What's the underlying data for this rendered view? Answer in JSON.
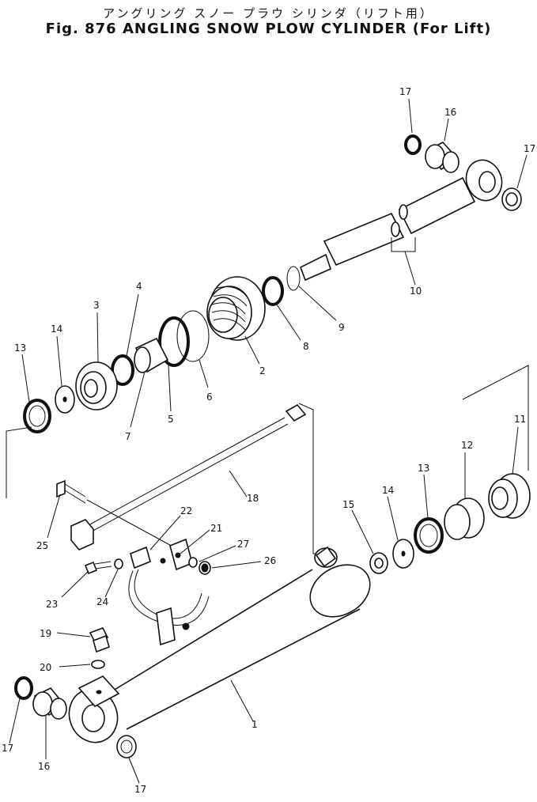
{
  "title_jp": "アングリング スノー プラウ シリンダ（リフト用）",
  "title_en": "Fig. 876 ANGLING SNOW PLOW CYLINDER (For Lift)",
  "labels": [
    {
      "id": "17a",
      "text": "17"
    },
    {
      "id": "16a",
      "text": "16"
    },
    {
      "id": "17b",
      "text": "17"
    },
    {
      "id": "10",
      "text": "10"
    },
    {
      "id": "9",
      "text": "9"
    },
    {
      "id": "8",
      "text": "8"
    },
    {
      "id": "2",
      "text": "2"
    },
    {
      "id": "6",
      "text": "6"
    },
    {
      "id": "5",
      "text": "5"
    },
    {
      "id": "7",
      "text": "7"
    },
    {
      "id": "4",
      "text": "4"
    },
    {
      "id": "3",
      "text": "3"
    },
    {
      "id": "14a",
      "text": "14"
    },
    {
      "id": "13a",
      "text": "13"
    },
    {
      "id": "11",
      "text": "11"
    },
    {
      "id": "12",
      "text": "12"
    },
    {
      "id": "13b",
      "text": "13"
    },
    {
      "id": "14b",
      "text": "14"
    },
    {
      "id": "15",
      "text": "15"
    },
    {
      "id": "18",
      "text": "18"
    },
    {
      "id": "25",
      "text": "25"
    },
    {
      "id": "22",
      "text": "22"
    },
    {
      "id": "21",
      "text": "21"
    },
    {
      "id": "27",
      "text": "27"
    },
    {
      "id": "26",
      "text": "26"
    },
    {
      "id": "23",
      "text": "23"
    },
    {
      "id": "24",
      "text": "24"
    },
    {
      "id": "19",
      "text": "19"
    },
    {
      "id": "20",
      "text": "20"
    },
    {
      "id": "1",
      "text": "1"
    },
    {
      "id": "17c",
      "text": "17"
    },
    {
      "id": "16b",
      "text": "16"
    },
    {
      "id": "17d",
      "text": "17"
    }
  ]
}
